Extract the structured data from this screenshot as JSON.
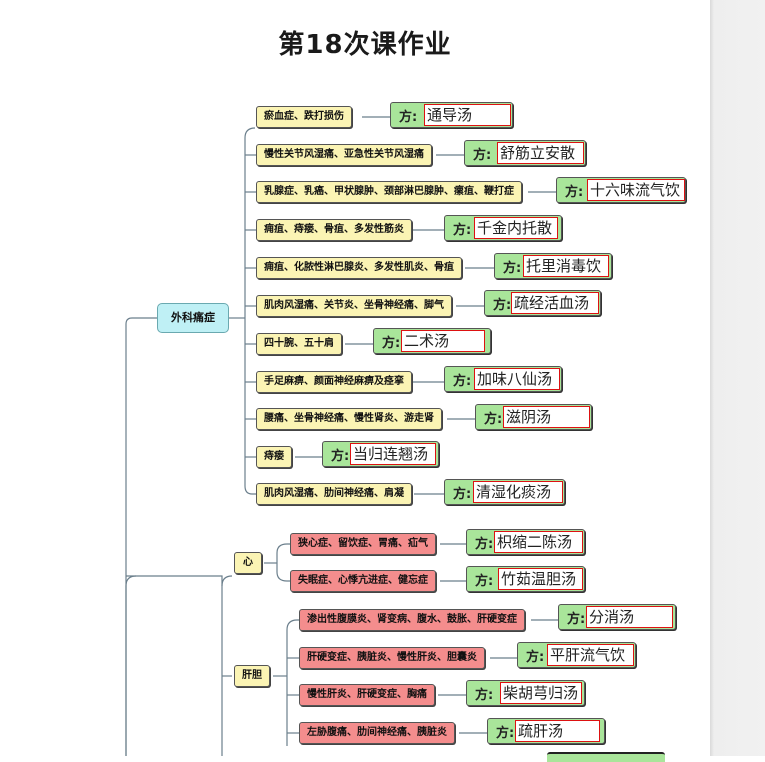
{
  "page": {
    "title": "第18次课作业"
  },
  "fang_label": "方:",
  "root": {
    "label": "外科痛症"
  },
  "waike": [
    {
      "symptom": "瘀血症、跌打损伤",
      "formula": "通导汤"
    },
    {
      "symptom": "慢性关节风湿痛、亚急性关节风湿痛",
      "formula": "舒筋立安散"
    },
    {
      "symptom": "乳腺症、乳癌、甲状腺肿、颈部淋巴腺肿、瘰疽、鞭打症",
      "formula": "十六味流气饮"
    },
    {
      "symptom": "痈疽、痔瘘、骨疽、多发性筋炎",
      "formula": "千金内托散"
    },
    {
      "symptom": "痈疽、化脓性淋巴腺炎、多发性肌炎、骨疽",
      "formula": "托里消毒饮"
    },
    {
      "symptom": "肌肉风湿痛、关节炎、坐骨神经痛、脚气",
      "formula": "疏经活血汤"
    },
    {
      "symptom": "四十腕、五十肩",
      "formula": "二术汤"
    },
    {
      "symptom": "手足麻痹、颜面神经麻痹及痉挛",
      "formula": "加味八仙汤"
    },
    {
      "symptom": "腰痛、坐骨神经痛、慢性肾炎、游走肾",
      "formula": "滋阴汤"
    },
    {
      "symptom": "痔瘘",
      "formula": "当归连翘汤"
    },
    {
      "symptom": "肌肉风湿痛、肋间神经痛、肩凝",
      "formula": "清湿化痰汤"
    }
  ],
  "xin": {
    "label": "心",
    "items": [
      {
        "symptom": "狭心症、留饮症、胃痛、疝气",
        "formula": "枳缩二陈汤"
      },
      {
        "symptom": "失眠症、心悸亢进症、健忘症",
        "formula": "竹茹温胆汤"
      }
    ]
  },
  "gandan": {
    "label": "肝胆",
    "items": [
      {
        "symptom": "渗出性腹膜炎、肾变病、腹水、鼓胀、肝硬变症",
        "formula": "分消汤"
      },
      {
        "symptom": "肝硬变症、胰脏炎、慢性肝炎、胆囊炎",
        "formula": "平肝流气饮"
      },
      {
        "symptom": "慢性肝炎、肝硬变症、胸痛",
        "formula": "柴胡芎归汤"
      },
      {
        "symptom": "左胁腹痛、肋间神经痛、胰脏炎",
        "formula": "疏肝汤"
      }
    ]
  },
  "colors": {
    "symptom_yellow": "#fbf4b4",
    "symptom_red": "#f48d8d",
    "root_cyan": "#bff0f5",
    "fang_green": "#a9e59a",
    "value_border": "#dd1111"
  }
}
